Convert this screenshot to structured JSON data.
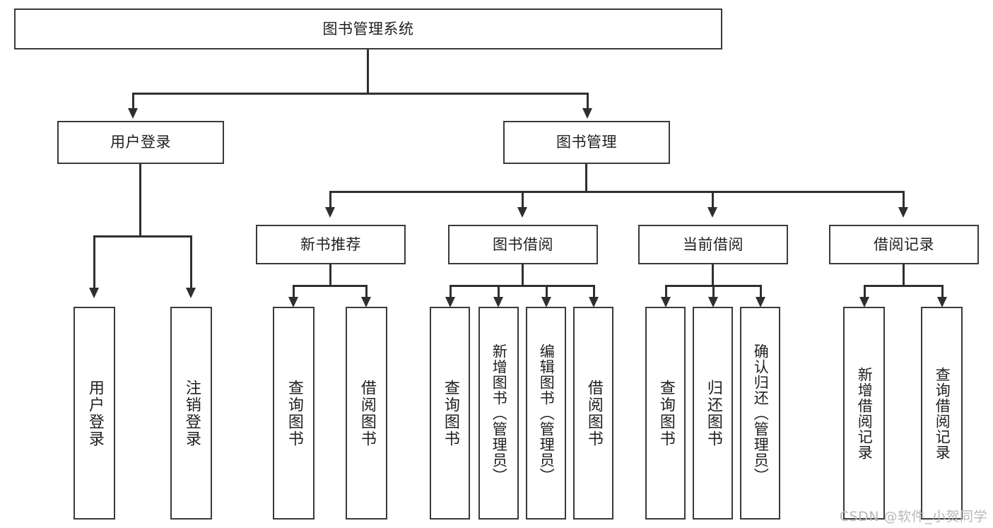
{
  "diagram": {
    "type": "tree-hierarchy",
    "title": "图书管理系统",
    "root": {
      "label": "图书管理系统"
    },
    "level2": [
      {
        "id": "user-login",
        "label": "用户登录"
      },
      {
        "id": "book-management",
        "label": "图书管理"
      }
    ],
    "level3": [
      {
        "id": "new-book-recommend",
        "label": "新书推荐",
        "parent": "book-management"
      },
      {
        "id": "book-borrow",
        "label": "图书借阅",
        "parent": "book-management"
      },
      {
        "id": "current-borrow",
        "label": "当前借阅",
        "parent": "book-management"
      },
      {
        "id": "borrow-record",
        "label": "借阅记录",
        "parent": "book-management"
      }
    ],
    "leaves": {
      "user-login": [
        {
          "id": "leaf-user-login",
          "label": "用户登录"
        },
        {
          "id": "leaf-user-logout",
          "label": "注销登录"
        }
      ],
      "new-book-recommend": [
        {
          "id": "leaf-query-book-1",
          "label": "查询图书"
        },
        {
          "id": "leaf-borrow-book-1",
          "label": "借阅图书"
        }
      ],
      "book-borrow": [
        {
          "id": "leaf-query-book-2",
          "label": "查询图书"
        },
        {
          "id": "leaf-add-book",
          "label": "新增图书（管理员）"
        },
        {
          "id": "leaf-edit-book",
          "label": "编辑图书（管理员）"
        },
        {
          "id": "leaf-borrow-book-2",
          "label": "借阅图书"
        }
      ],
      "current-borrow": [
        {
          "id": "leaf-query-book-3",
          "label": "查询图书"
        },
        {
          "id": "leaf-return-book",
          "label": "归还图书"
        },
        {
          "id": "leaf-confirm-return",
          "label": "确认归还（管理员）"
        }
      ],
      "borrow-record": [
        {
          "id": "leaf-add-record",
          "label": "新增借阅记录"
        },
        {
          "id": "leaf-query-record",
          "label": "查询借阅记录"
        }
      ]
    },
    "watermark": "CSDN @软件_小贺同学",
    "colors": {
      "background": "#ffffff",
      "box_border": "#3a3a3a",
      "connector": "#2f2f2f",
      "text": "#1f1f1f",
      "watermark": "#b8b8b8"
    }
  }
}
